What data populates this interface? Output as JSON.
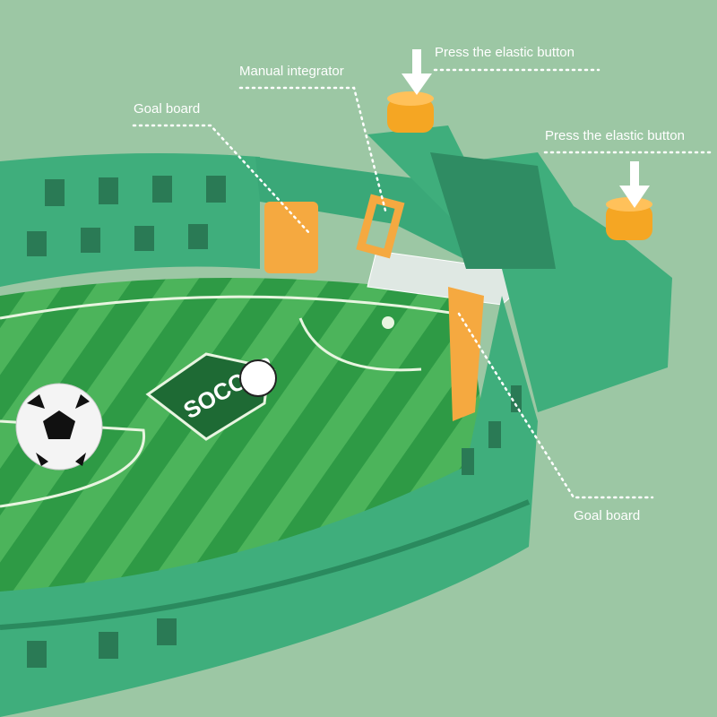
{
  "annotations": {
    "press_button_top": "Press the elastic button",
    "manual_integrator": "Manual integrator",
    "goal_board_left": "Goal board",
    "press_button_right": "Press the elastic button",
    "goal_board_right": "Goal board"
  },
  "logo": {
    "text": "SOCCER"
  },
  "colors": {
    "background": "#9cc7a4",
    "stadium": "#3fae7c",
    "field_dark": "#2e9a45",
    "field_light": "#49b35a",
    "button": "#f5a623",
    "label": "#ffffff"
  },
  "icons": [
    "down-arrow-icon",
    "soccer-ball-icon"
  ]
}
